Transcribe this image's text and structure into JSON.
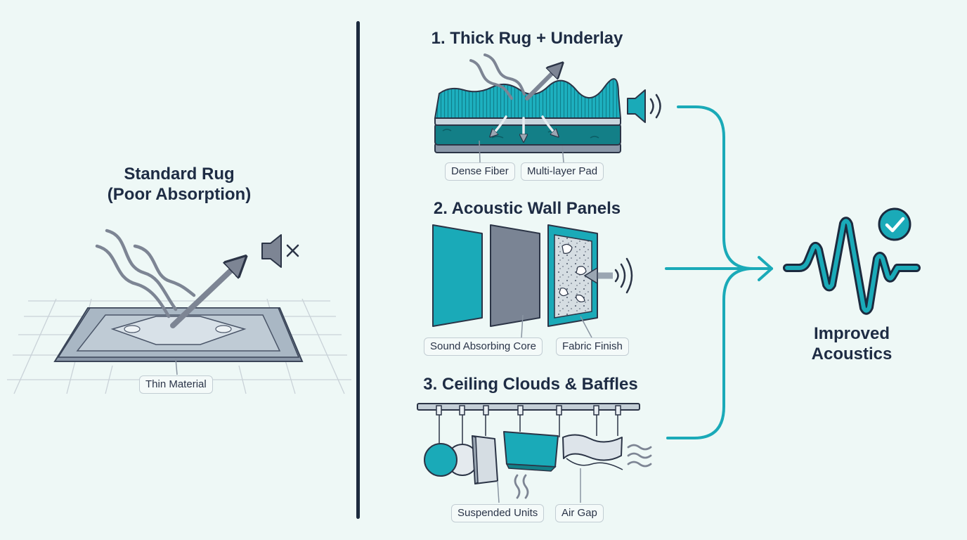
{
  "left": {
    "title_line1": "Standard Rug",
    "title_line2": "(Poor Absorption)",
    "tag": "Thin Material"
  },
  "solutions": [
    {
      "title": "1. Thick Rug + Underlay",
      "tags": [
        "Dense Fiber",
        "Multi-layer Pad"
      ]
    },
    {
      "title": "2. Acoustic Wall Panels",
      "tags": [
        "Sound Absorbing Core",
        "Fabric Finish"
      ]
    },
    {
      "title": "3. Ceiling Clouds & Baffles",
      "tags": [
        "Suspended Units",
        "Air Gap"
      ]
    }
  ],
  "result": {
    "line1": "Improved",
    "line2": "Acoustics"
  },
  "colors": {
    "background": "#eef8f6",
    "teal": "#1aaab8",
    "navy": "#1c2a3e",
    "slate": "#7d8594"
  },
  "icons": [
    "sound-wave-icon",
    "speaker-muted-icon",
    "speaker-icon",
    "checkmark-icon"
  ]
}
